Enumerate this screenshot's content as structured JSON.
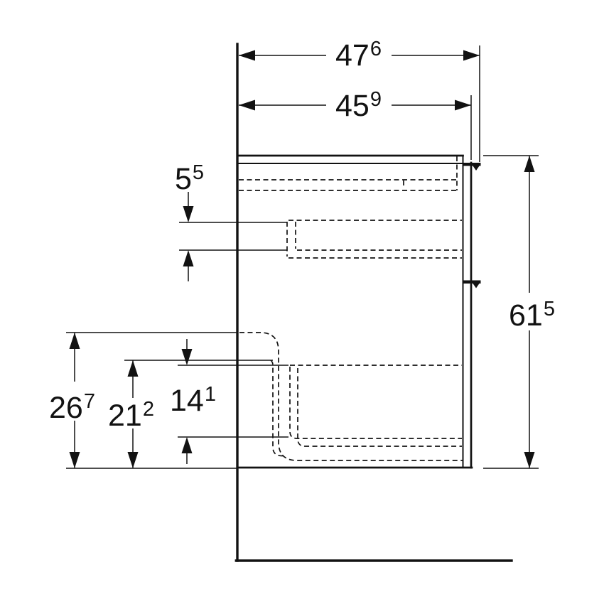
{
  "page": {
    "background_color": "#ffffff",
    "line_color": "#121212"
  },
  "drawing": {
    "type": "technical-dimension-drawing",
    "subject": "wall-hung vanity cabinet, side section with hidden drawer edges",
    "unit_hint": "cm with superscript mm",
    "labels": {
      "overall_depth": {
        "main": "47",
        "sup": "6"
      },
      "body_depth": {
        "main": "45",
        "sup": "9"
      },
      "top_drawer_clearance": {
        "main": "5",
        "sup": "5"
      },
      "overall_height": {
        "main": "61",
        "sup": "5"
      },
      "recess_height_outer": {
        "main": "26",
        "sup": "7"
      },
      "recess_height_inner": {
        "main": "21",
        "sup": "2"
      },
      "inner_drawer_height": {
        "main": "14",
        "sup": "1"
      }
    }
  }
}
